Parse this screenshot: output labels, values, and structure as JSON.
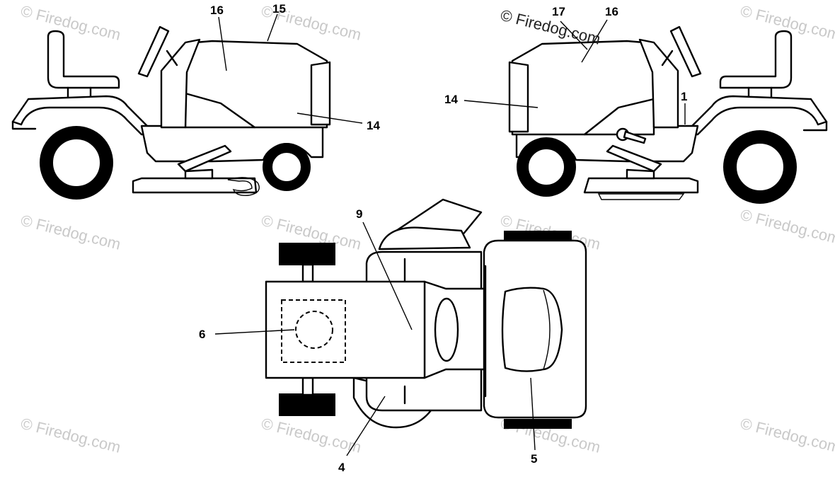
{
  "watermark_text": "© Firedog.com",
  "callouts": {
    "left_tractor": {
      "c16": "16",
      "c15": "15",
      "c14": "14"
    },
    "right_tractor": {
      "c17": "17",
      "c16": "16",
      "c14": "14",
      "c1": "1"
    },
    "top_view": {
      "c9": "9",
      "c6": "6",
      "c4": "4",
      "c5": "5"
    }
  }
}
